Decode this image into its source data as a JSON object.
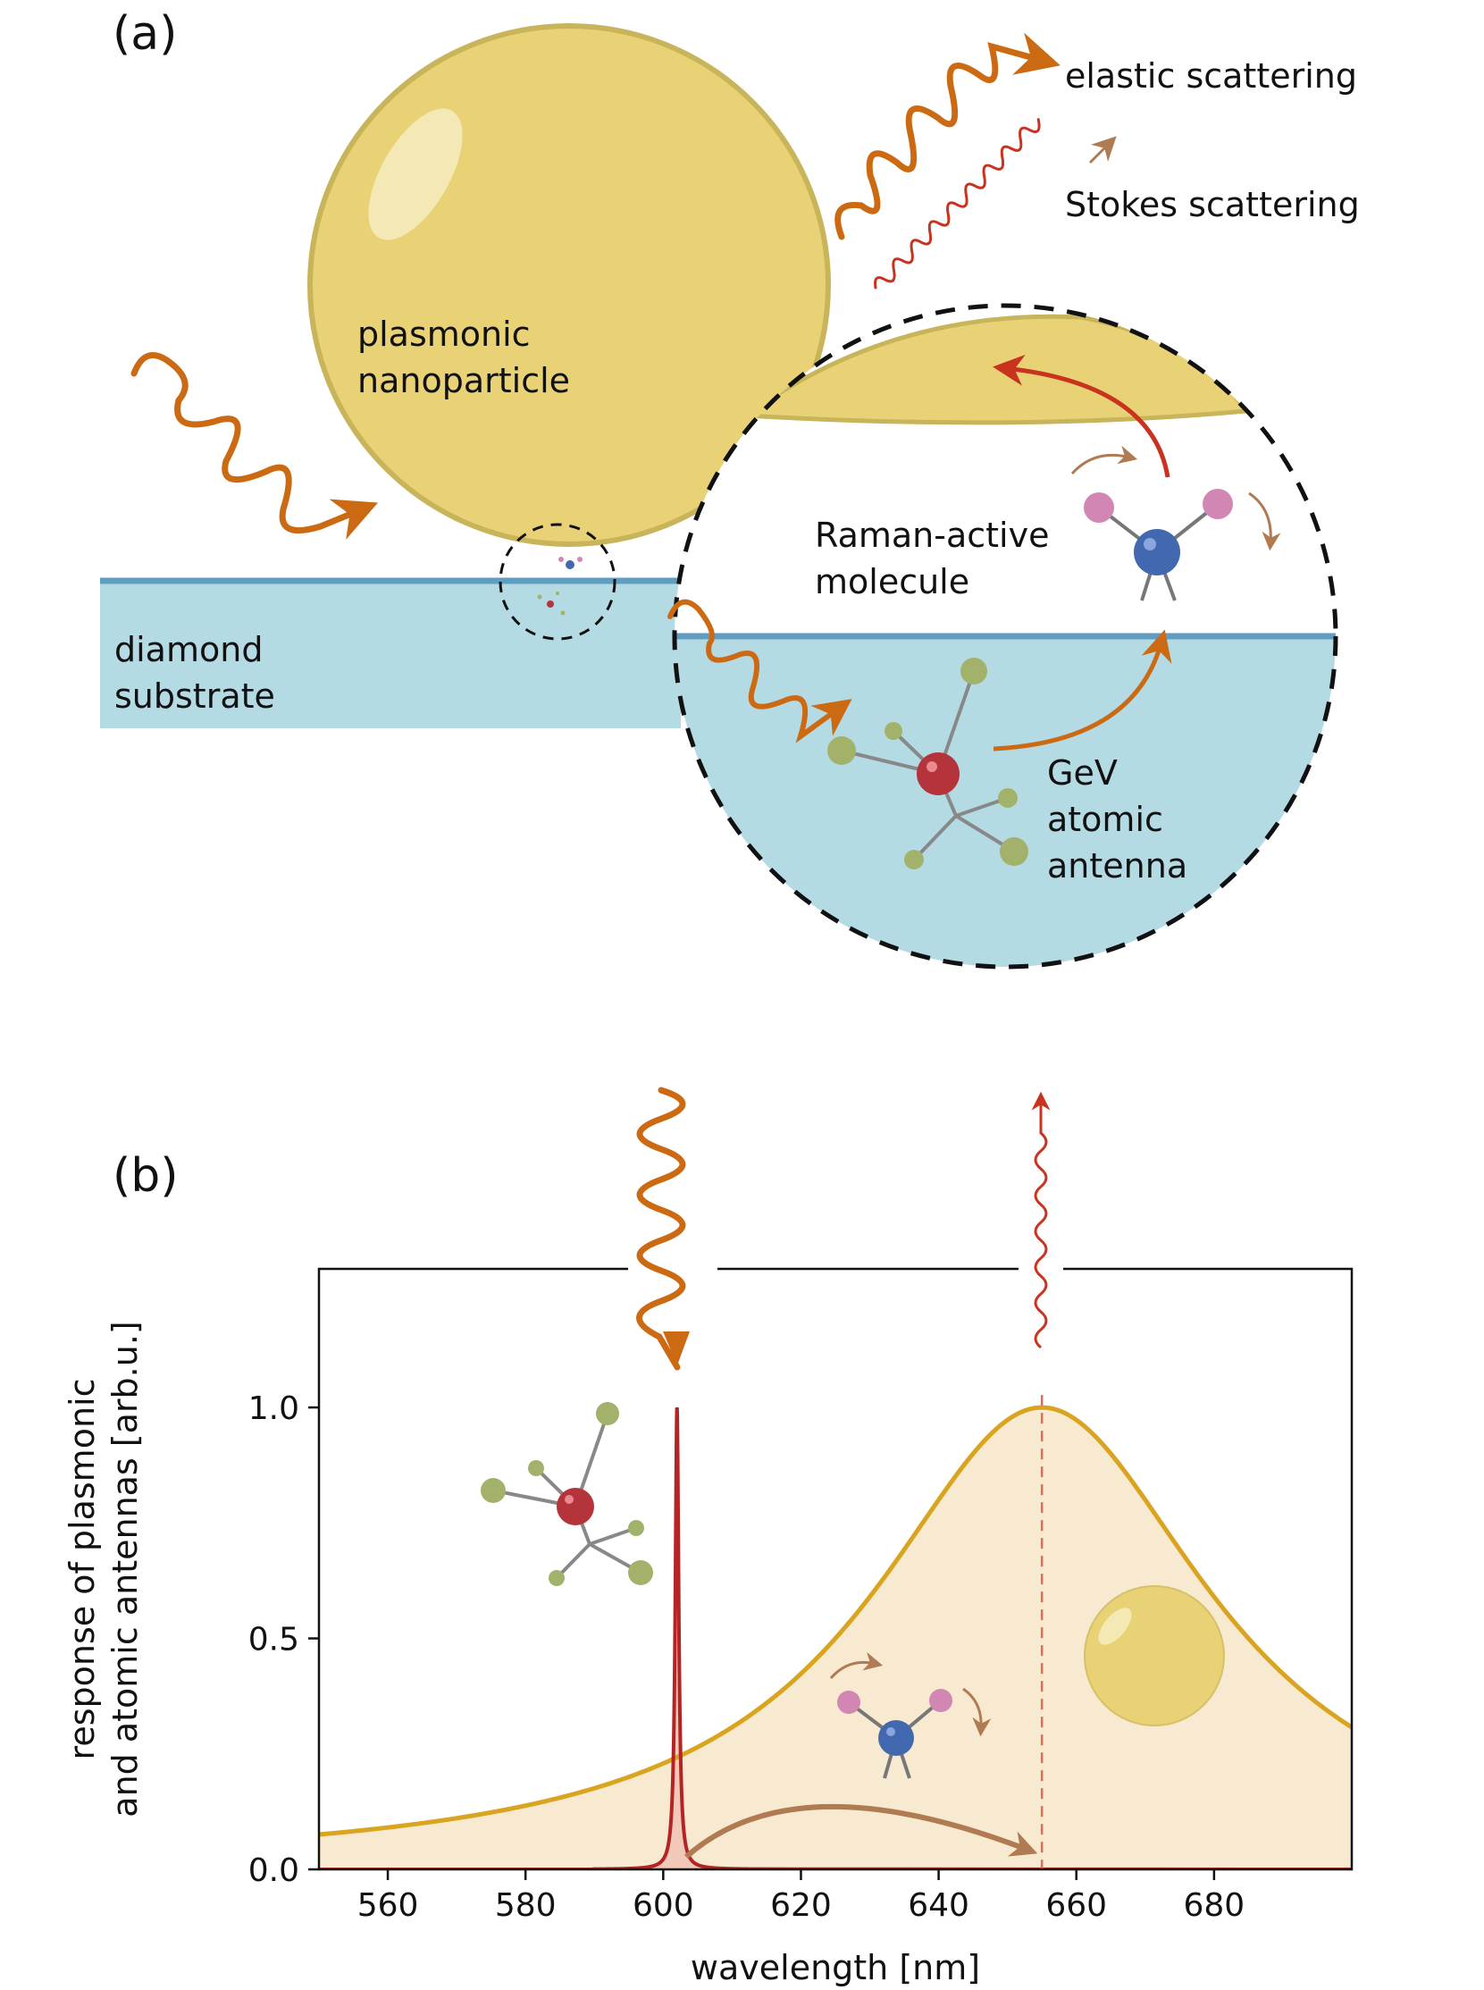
{
  "panel_a": {
    "panel_label": "(a)",
    "elastic_label": "elastic scattering",
    "stokes_label": "Stokes scattering",
    "nanoparticle_label": [
      "plasmonic",
      "nanoparticle"
    ],
    "substrate_label": [
      "diamond",
      "substrate"
    ],
    "molecule_label": [
      "Raman-active",
      "molecule"
    ],
    "antenna_label": [
      "GeV",
      "atomic",
      "antenna"
    ]
  },
  "panel_b": {
    "panel_label": "(b)"
  },
  "colors": {
    "gold": "#e8d275",
    "gold_edge": "#c8b45a",
    "diamond": "#b4dae4",
    "diamond_edge": "#5f9ec0",
    "photon_orange": "#cc6a14",
    "stokes_red": "#c8321e",
    "gev_red": "#b5333b",
    "ligand_green": "#a3b26a",
    "mol_blue": "#4268b0",
    "mol_pink": "#d286b4",
    "plasmon_curve": "#d9a520",
    "plasmon_fill": "#f7ead0",
    "atom_line": "#b52424",
    "transfer_brown": "#b07a52"
  },
  "chart_data": {
    "type": "line",
    "xlabel": "wavelength [nm]",
    "ylabel": [
      "response of plasmonic",
      "and atomic antennas [arb.u.]"
    ],
    "xlim": [
      550,
      700
    ],
    "ylim": [
      0,
      1.3
    ],
    "xticks": [
      560,
      580,
      600,
      620,
      640,
      660,
      680
    ],
    "yticks": [
      0.0,
      0.5,
      1.0
    ],
    "ytick_labels": [
      "0.0",
      "0.5",
      "1.0"
    ],
    "grid": false,
    "legend": "none",
    "series": [
      {
        "shape": "lorentzian",
        "center": 655,
        "fwhm": 60,
        "peak": 1.0,
        "filled": true
      },
      {
        "shape": "lorentzian",
        "center": 602,
        "fwhm": 0.6,
        "peak": 1.0,
        "filled": true
      }
    ],
    "annotations": {
      "excitation_wavelength": 602,
      "emission_marker_wavelength": 655
    }
  }
}
